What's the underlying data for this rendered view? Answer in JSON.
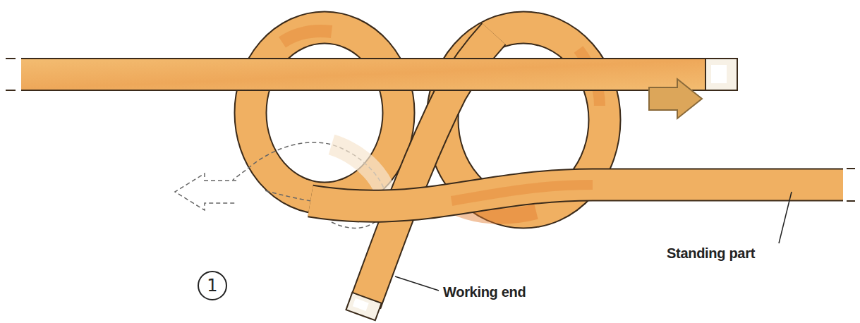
{
  "diagram": {
    "nodes": [
      {
        "text": [
          "1"
        ]
      }
    ],
    "labels": [
      "Working end",
      "Standing part"
    ]
  }
}
